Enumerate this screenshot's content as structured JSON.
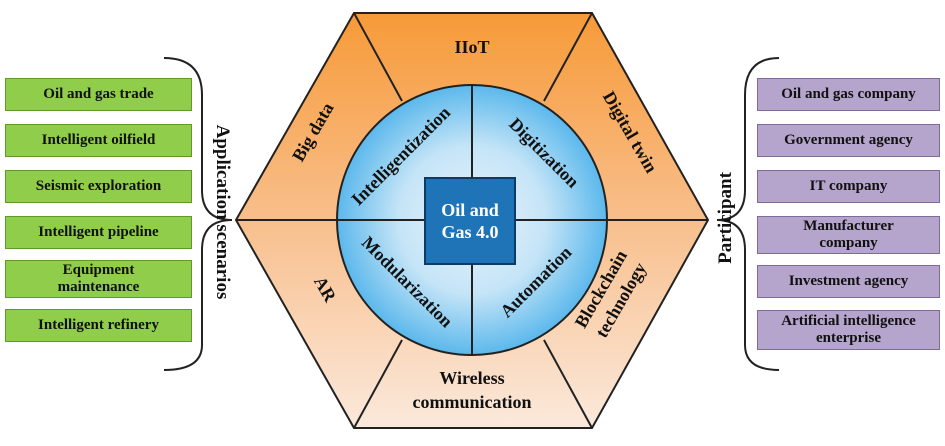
{
  "center": {
    "line1": "Oil and",
    "line2": "Gas 4.0"
  },
  "inner_ring": {
    "top_left": "Intelligentization",
    "top_right": "Digitization",
    "bottom_left": "Modularization",
    "bottom_right": "Automation"
  },
  "outer_ring": {
    "top": "IIoT",
    "upper_right": "Digital twin",
    "lower_right_line1": "Blockchain",
    "lower_right_line2": "technology",
    "bottom_line1": "Wireless",
    "bottom_line2": "communication",
    "lower_left": "AR",
    "upper_left": "Big data"
  },
  "application_scenarios": {
    "title": "Application scenarios",
    "items": [
      "Oil and gas trade",
      "Intelligent oilfield",
      "Seismic exploration",
      "Intelligent pipeline",
      "Equipment maintenance",
      "Intelligent refinery"
    ]
  },
  "participant": {
    "title": "Participant",
    "items": [
      "Oil and gas company",
      "Government agency",
      "IT company",
      "Manufacturer company",
      "Investment agency",
      "Artificial intelligence enterprise"
    ]
  },
  "colors": {
    "orange_top": "#f79a38",
    "peach_bottom": "#fbe9dc",
    "circle_outer": "#5bb8ec",
    "circle_inner": "#eaf5fc",
    "center_box": "#1f74b8",
    "application_box": "#8fcd4a",
    "participant_box": "#b5a4cc"
  }
}
